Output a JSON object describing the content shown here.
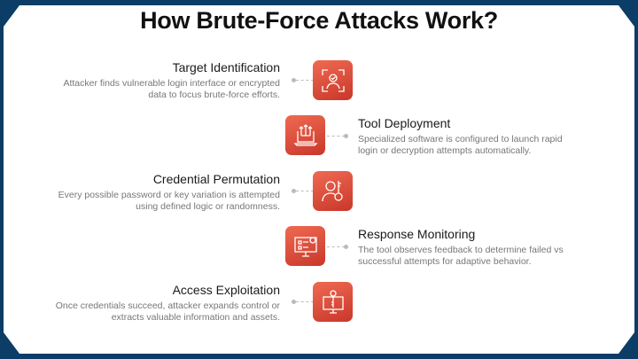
{
  "title": "How Brute-Force Attacks Work?",
  "steps": [
    {
      "title": "Target Identification",
      "desc": [
        "Attacker finds vulnerable login interface or encrypted",
        "data to focus brute-force efforts."
      ],
      "icon": "face-scan-icon"
    },
    {
      "title": "Tool Deployment",
      "desc": [
        "Specialized software is configured to launch rapid",
        "login or decryption attempts automatically."
      ],
      "icon": "laptop-upload-icon"
    },
    {
      "title": "Credential Permutation",
      "desc": [
        "Every possible password or key variation is attempted",
        "using defined logic or randomness."
      ],
      "icon": "user-key-icon"
    },
    {
      "title": "Response Monitoring",
      "desc": [
        "The tool observes feedback to determine failed vs",
        "successful attempts for adaptive behavior."
      ],
      "icon": "monitor-checklist-icon"
    },
    {
      "title": "Access Exploitation",
      "desc": [
        "Once credentials succeed, attacker expands control or",
        "extracts valuable information and assets."
      ],
      "icon": "monitor-key-icon"
    }
  ],
  "colors": {
    "frame": "#0b3d66",
    "accent": "#e0503b"
  }
}
